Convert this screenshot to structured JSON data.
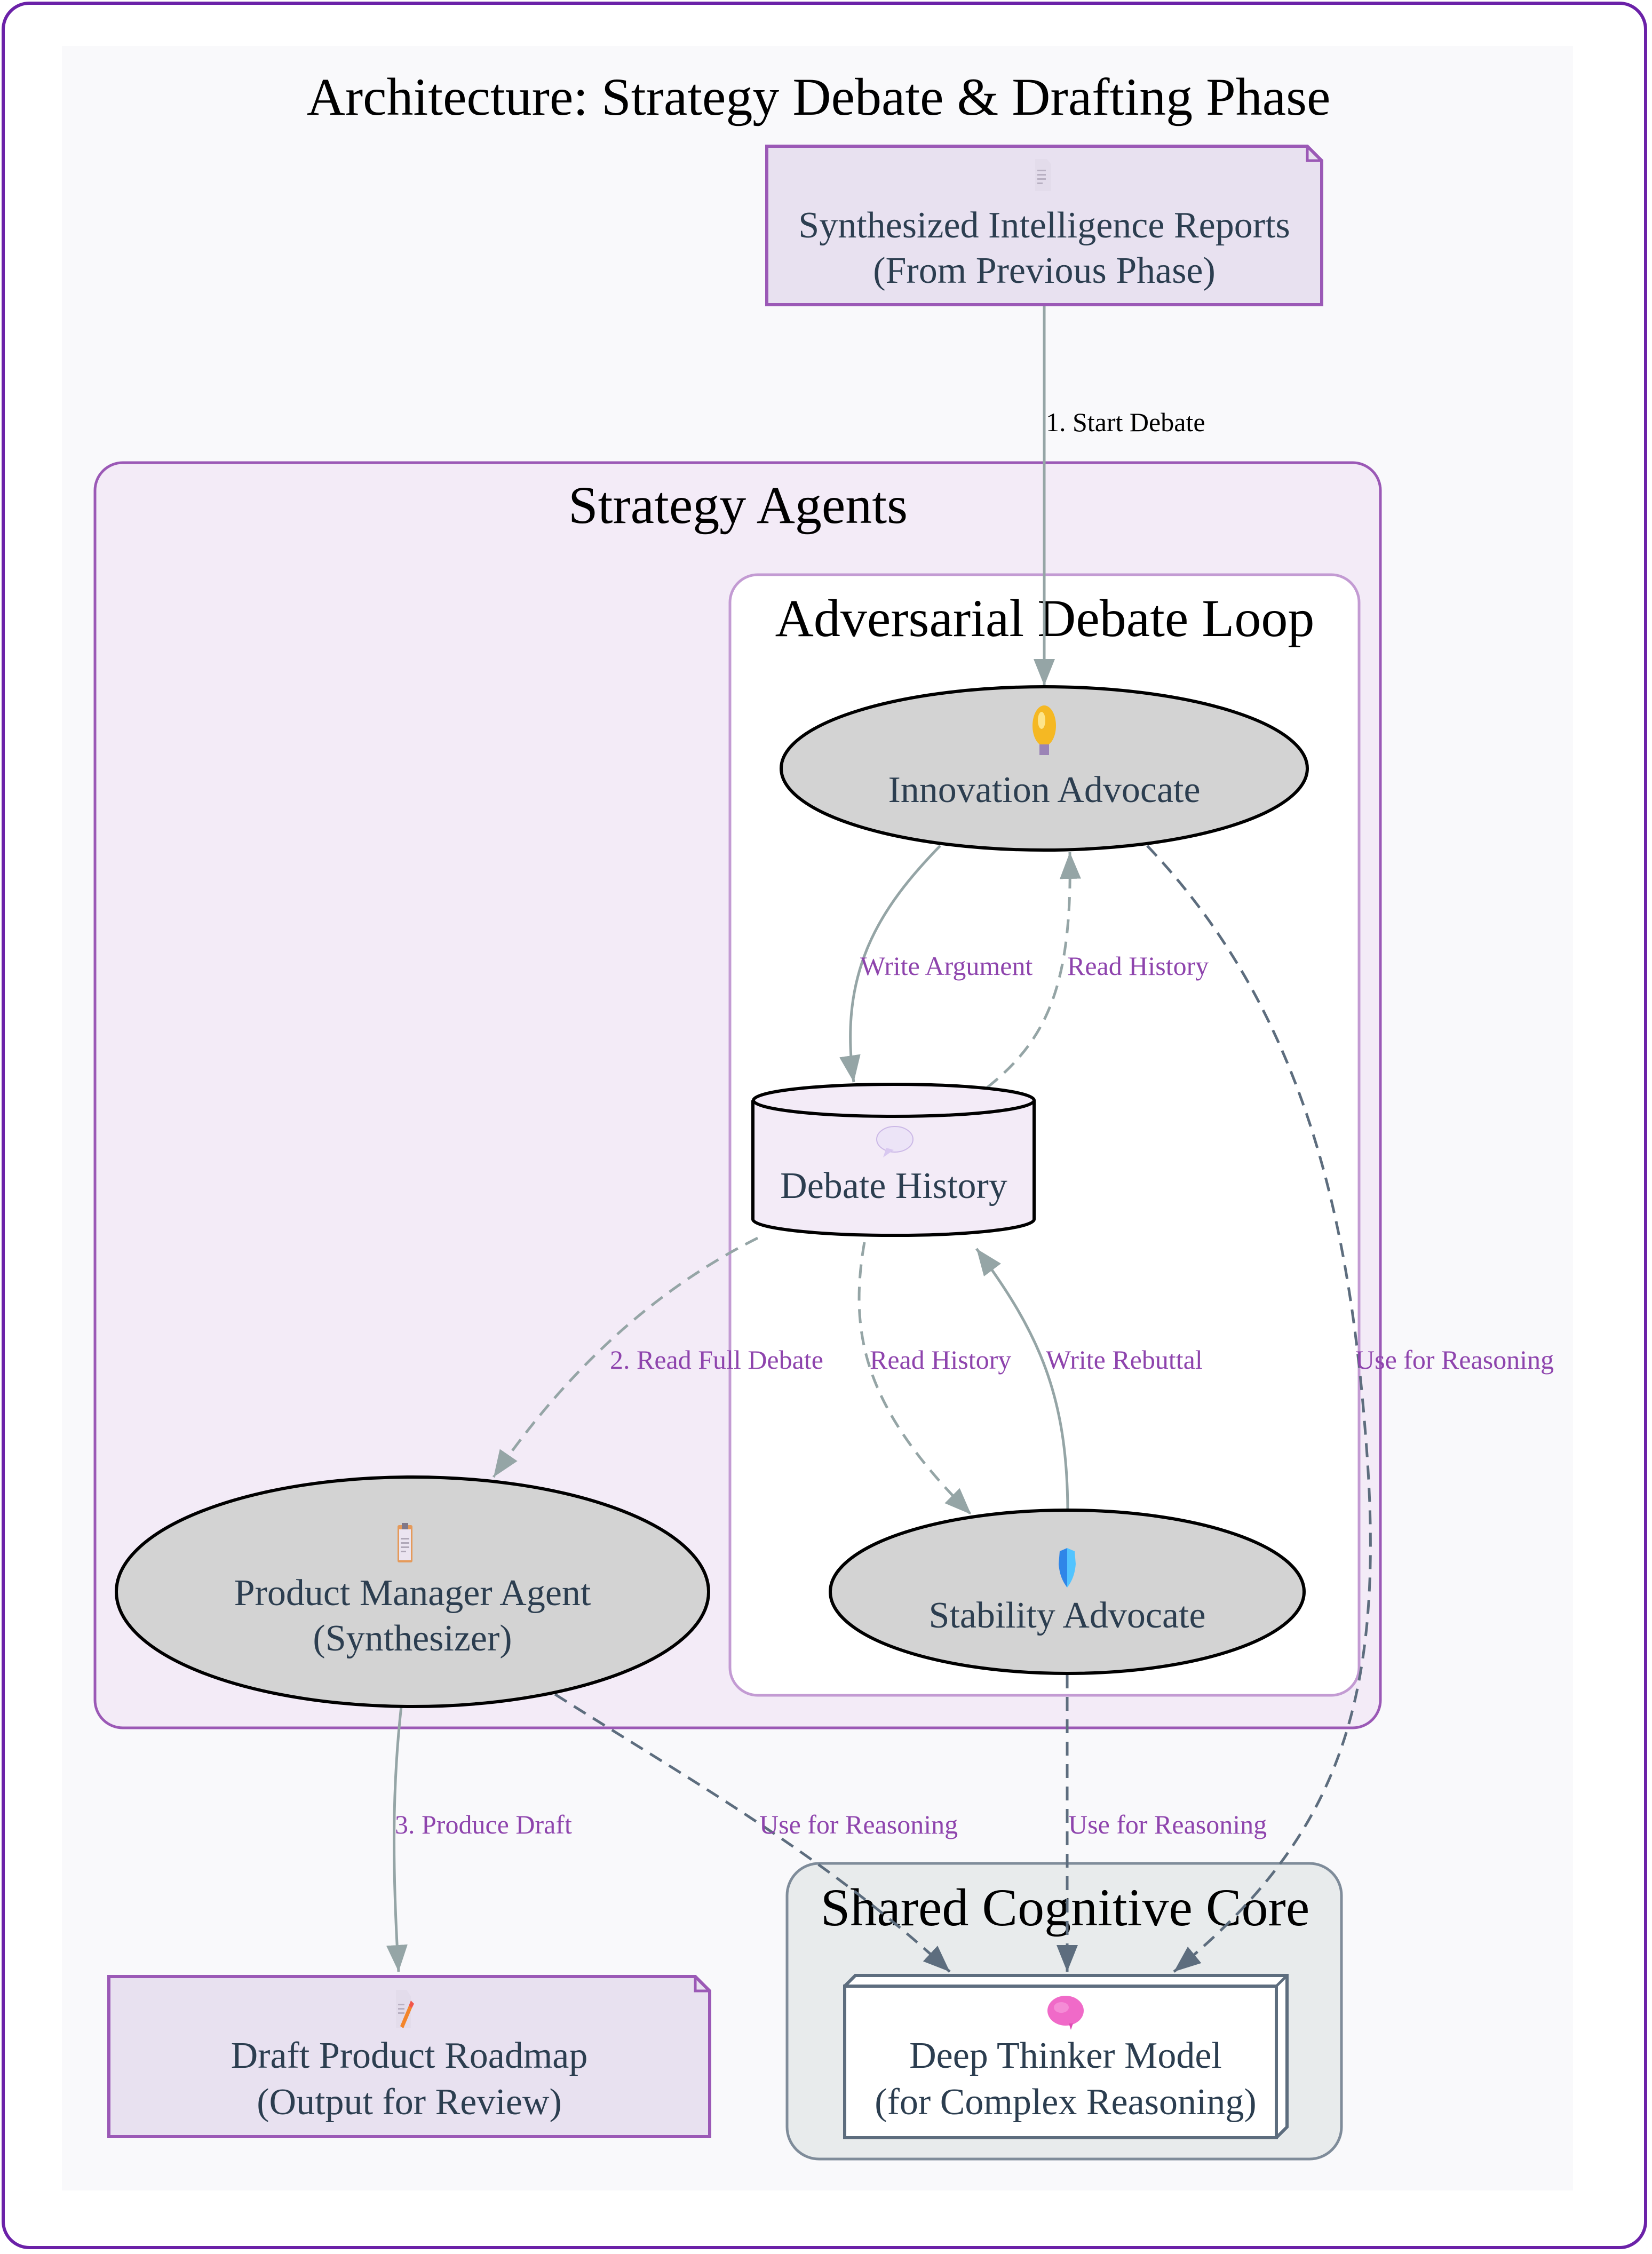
{
  "title": "Architecture: Strategy Debate & Drafting Phase",
  "colors": {
    "frame_border": "#6b21a8",
    "canvas_bg": "#f9f9fb",
    "strategy_cluster_fill": "#f3ebf7",
    "strategy_cluster_stroke": "#9b59b6",
    "debate_cluster_fill": "#ffffff",
    "debate_cluster_stroke": "#c39bd3",
    "core_cluster_fill": "#e8ebec",
    "core_cluster_stroke": "#7f8c9a",
    "note_fill": "#e8e1f0",
    "note_stroke": "#9b59b6",
    "agent_fill": "#d3d3d3",
    "agent_stroke": "#000000",
    "storage_fill": "#f3ebf7",
    "model_fill": "#ffffff",
    "model_stroke": "#5d6d7e",
    "edge_light": "#95a5a6",
    "edge_dark": "#5d6d7e",
    "edge_label": "#8e44ad",
    "node_text": "#2c3e50"
  },
  "clusters": {
    "strategy": {
      "label": "Strategy Agents"
    },
    "debate": {
      "label": "Adversarial Debate Loop"
    },
    "core": {
      "label": "Shared Cognitive Core"
    }
  },
  "nodes": {
    "reports": {
      "icon": "document-icon",
      "lines": [
        "Synthesized Intelligence Reports",
        "(From Previous Phase)"
      ]
    },
    "innovation": {
      "icon": "lightbulb-icon",
      "lines": [
        "Innovation Advocate"
      ]
    },
    "history": {
      "icon": "speech-bubble-icon",
      "lines": [
        "Debate History"
      ]
    },
    "pm": {
      "icon": "clipboard-icon",
      "lines": [
        "Product Manager Agent",
        "(Synthesizer)"
      ]
    },
    "stability": {
      "icon": "shield-icon",
      "lines": [
        "Stability Advocate"
      ]
    },
    "draft": {
      "icon": "memo-icon",
      "lines": [
        "Draft Product Roadmap",
        "(Output for Review)"
      ]
    },
    "model": {
      "icon": "brain-icon",
      "lines": [
        "Deep Thinker Model",
        "(for Complex Reasoning)"
      ]
    }
  },
  "edges": {
    "start_debate": {
      "label": "1. Start Debate",
      "from": "reports",
      "to": "innovation",
      "style": "solid"
    },
    "write_argument": {
      "label": "Write Argument",
      "from": "innovation",
      "to": "history",
      "style": "solid"
    },
    "read_history_innovation": {
      "label": "Read History",
      "from": "history",
      "to": "innovation",
      "style": "dashed"
    },
    "read_full_debate": {
      "label": "2. Read Full Debate",
      "from": "history",
      "to": "pm",
      "style": "dashed"
    },
    "read_history_stability": {
      "label": "Read History",
      "from": "history",
      "to": "stability",
      "style": "dashed"
    },
    "write_rebuttal": {
      "label": "Write Rebuttal",
      "from": "stability",
      "to": "history",
      "style": "solid"
    },
    "use_reasoning_innovation": {
      "label": "Use for Reasoning",
      "from": "innovation",
      "to": "model",
      "style": "dashed"
    },
    "produce_draft": {
      "label": "3. Produce Draft",
      "from": "pm",
      "to": "draft",
      "style": "solid"
    },
    "use_reasoning_pm": {
      "label": "Use for Reasoning",
      "from": "pm",
      "to": "model",
      "style": "dashed"
    },
    "use_reasoning_stability": {
      "label": "Use for Reasoning",
      "from": "stability",
      "to": "model",
      "style": "dashed"
    }
  }
}
